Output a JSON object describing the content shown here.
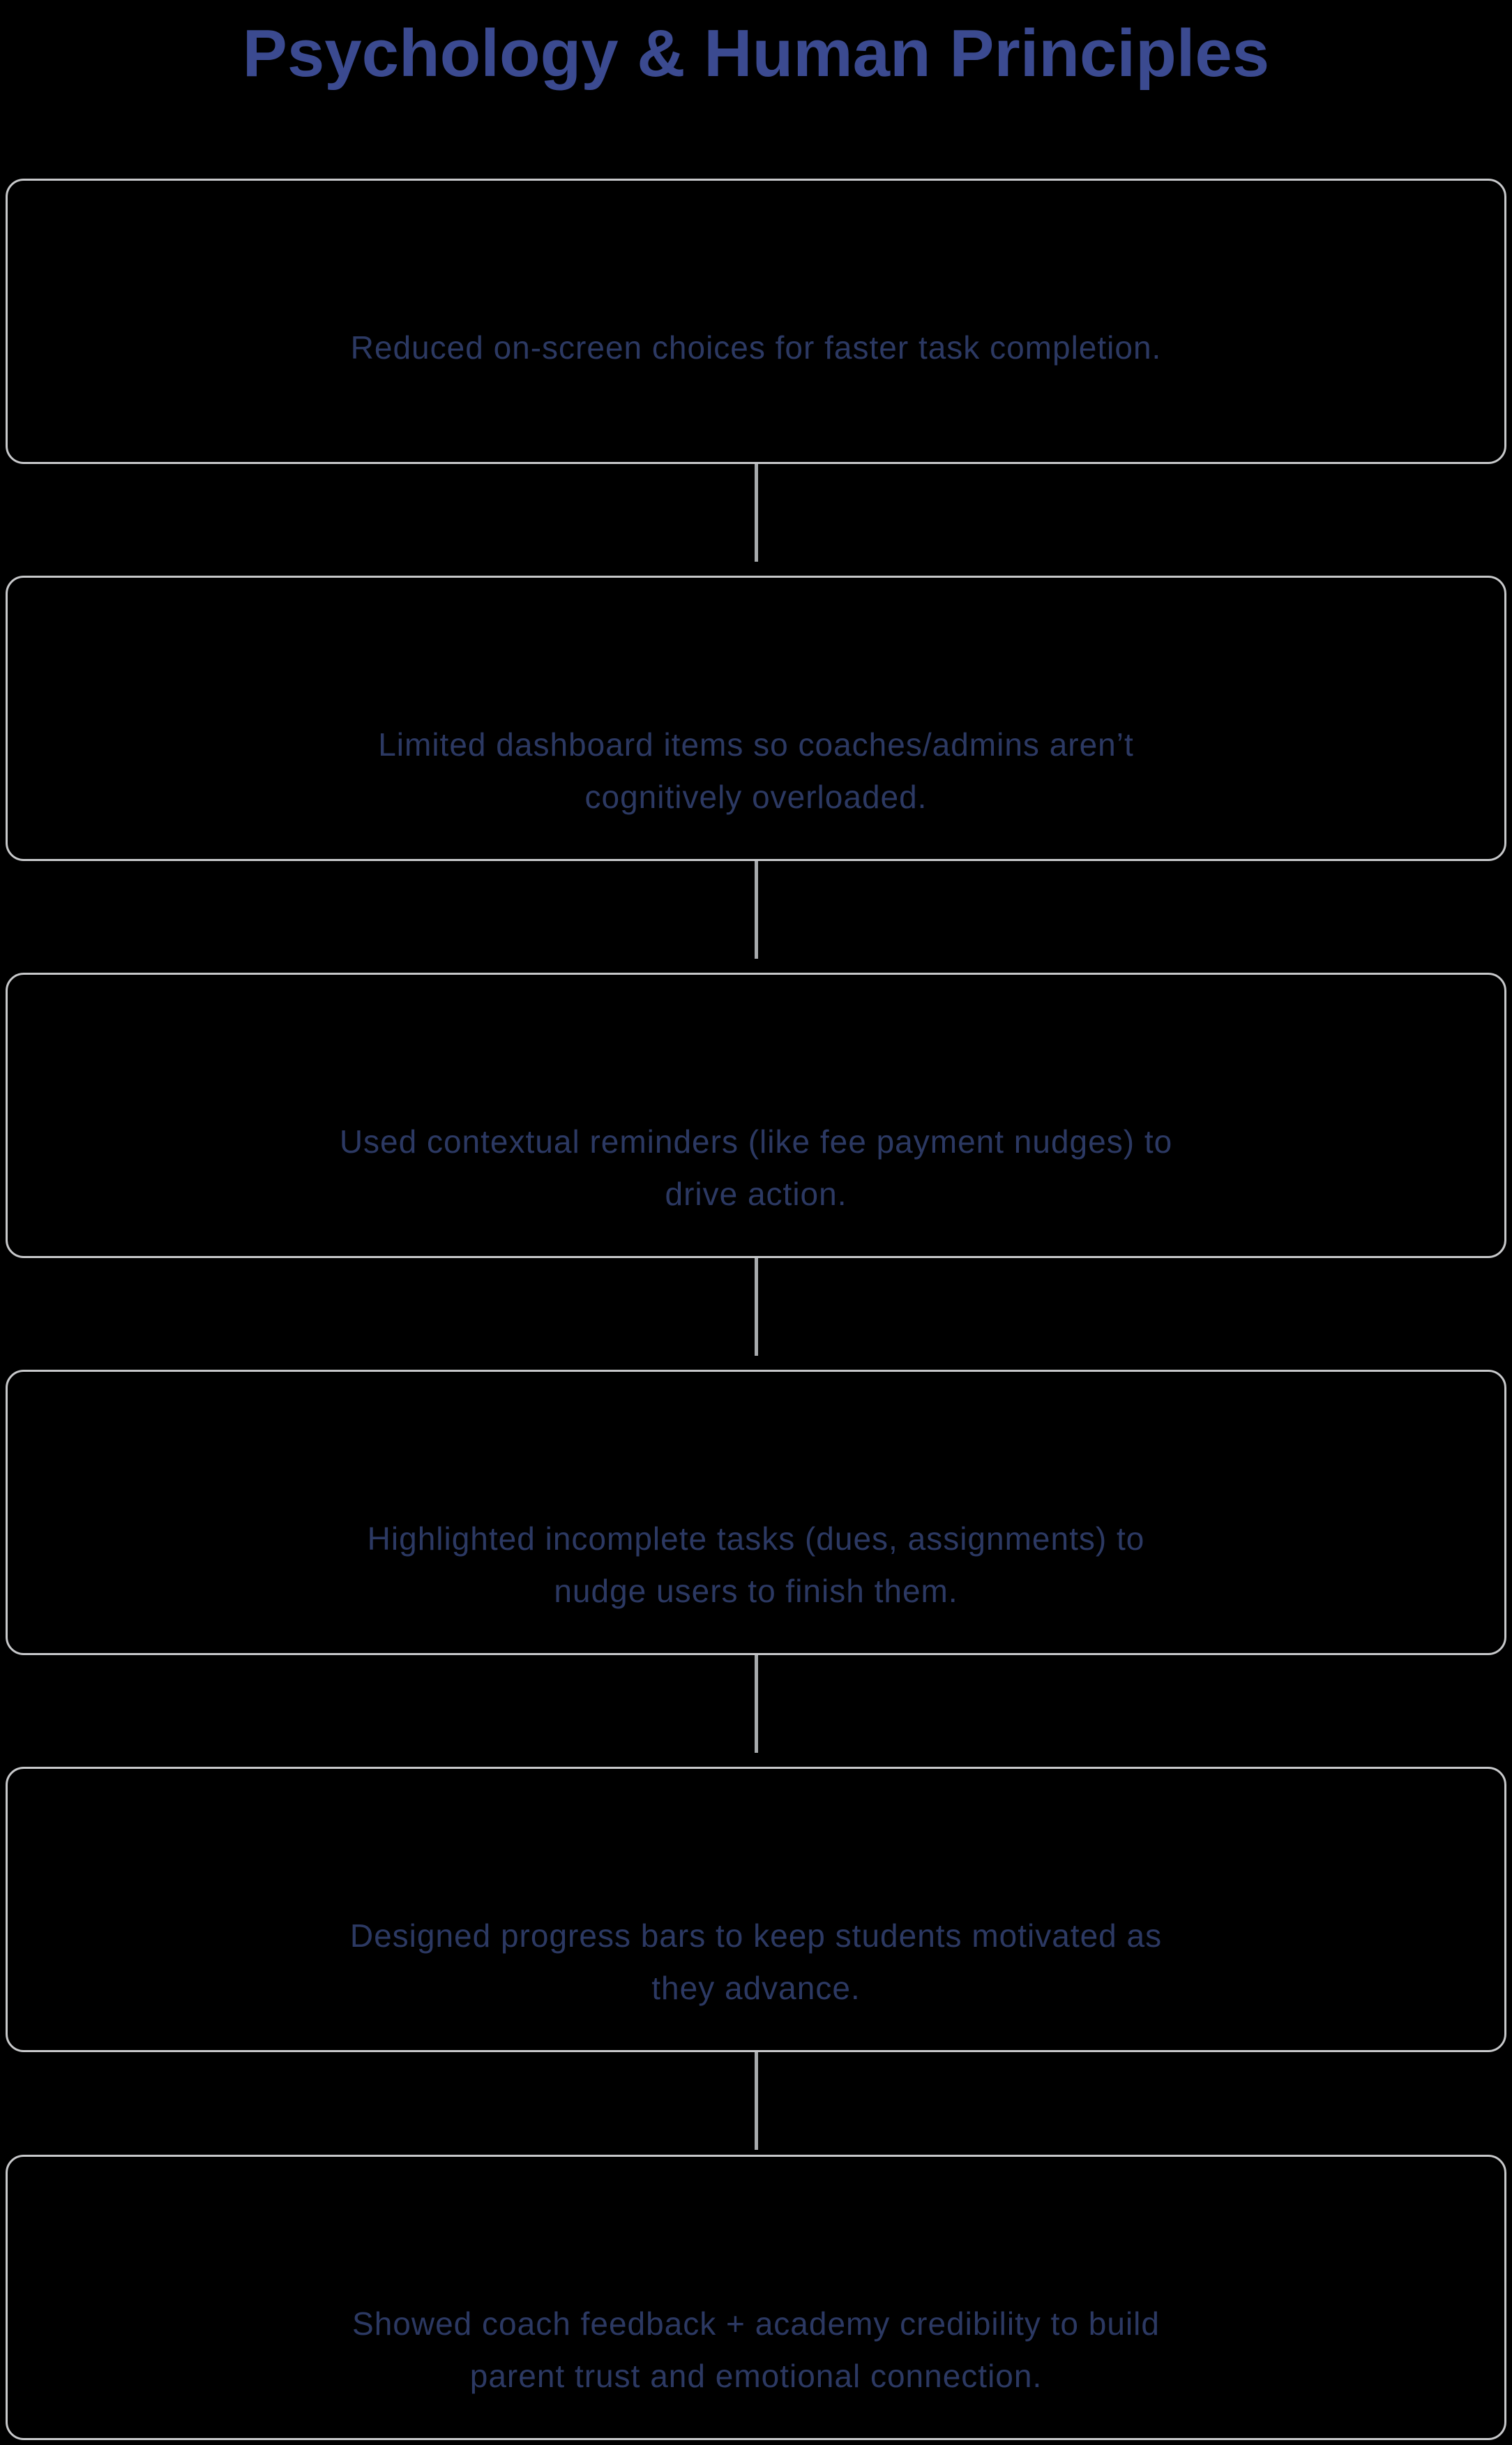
{
  "page": {
    "background_color": "#000000"
  },
  "title": {
    "text": "Psychology & Human Principles",
    "color": "#3b4a90"
  },
  "flow": {
    "node_border_color": "#c7c8ca",
    "connector_color": "#a7aaad",
    "text_color": "#2c3963",
    "nodes": [
      {
        "lines": [
          "Reduced on-screen choices for faster task completion."
        ]
      },
      {
        "lines": [
          "Limited dashboard items so coaches/admins aren’t",
          "cognitively overloaded."
        ]
      },
      {
        "lines": [
          "Used contextual reminders (like fee payment nudges) to",
          "drive action."
        ]
      },
      {
        "lines": [
          "Highlighted incomplete tasks (dues, assignments) to",
          "nudge users to finish them."
        ]
      },
      {
        "lines": [
          "Designed progress bars to keep students motivated as",
          "they advance."
        ]
      },
      {
        "lines": [
          "Showed coach feedback + academy credibility to build",
          "parent trust and emotional connection."
        ]
      }
    ]
  }
}
